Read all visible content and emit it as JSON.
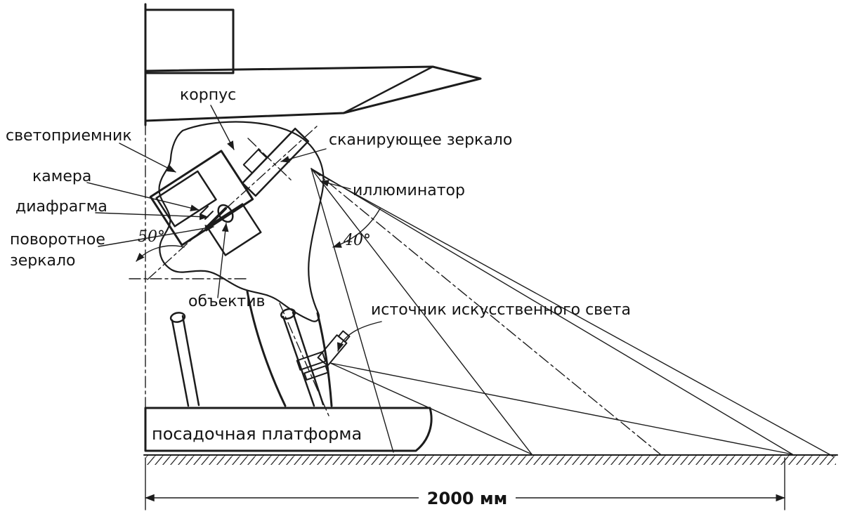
{
  "diagram": {
    "background": "#ffffff",
    "line_color": "#1c1c1c",
    "labels": {
      "korpus": "корпус",
      "svetopriemnik": "светоприемник",
      "kamera": "камера",
      "diafragma": "диафрагма",
      "povorotnoe_line1": "поворотное",
      "povorotnoe_line2": "зеркало",
      "obektiv": "объектив",
      "skaniruyushchee_zerkalo": "сканирующее зеркало",
      "illyuminator": "иллюминатор",
      "istochnik_sveta": "источник искусственного света",
      "posadochnaya_platforma": "посадочная платформа"
    },
    "angles": {
      "scan_left": "50°",
      "scan_right": "40°"
    },
    "dimension": {
      "ground_span": "2000 мм"
    }
  }
}
